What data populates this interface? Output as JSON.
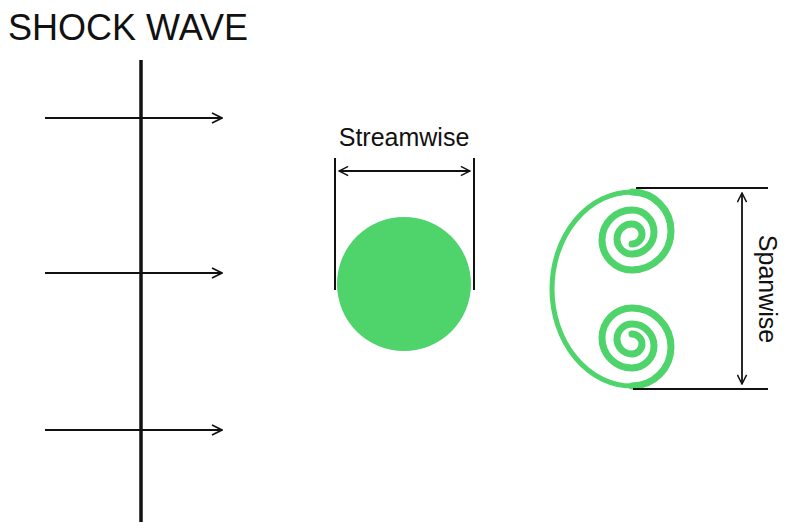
{
  "diagram": {
    "labels": [
      "SHOCK WAVE",
      "Streamwise",
      "Spanwise"
    ]
  }
}
